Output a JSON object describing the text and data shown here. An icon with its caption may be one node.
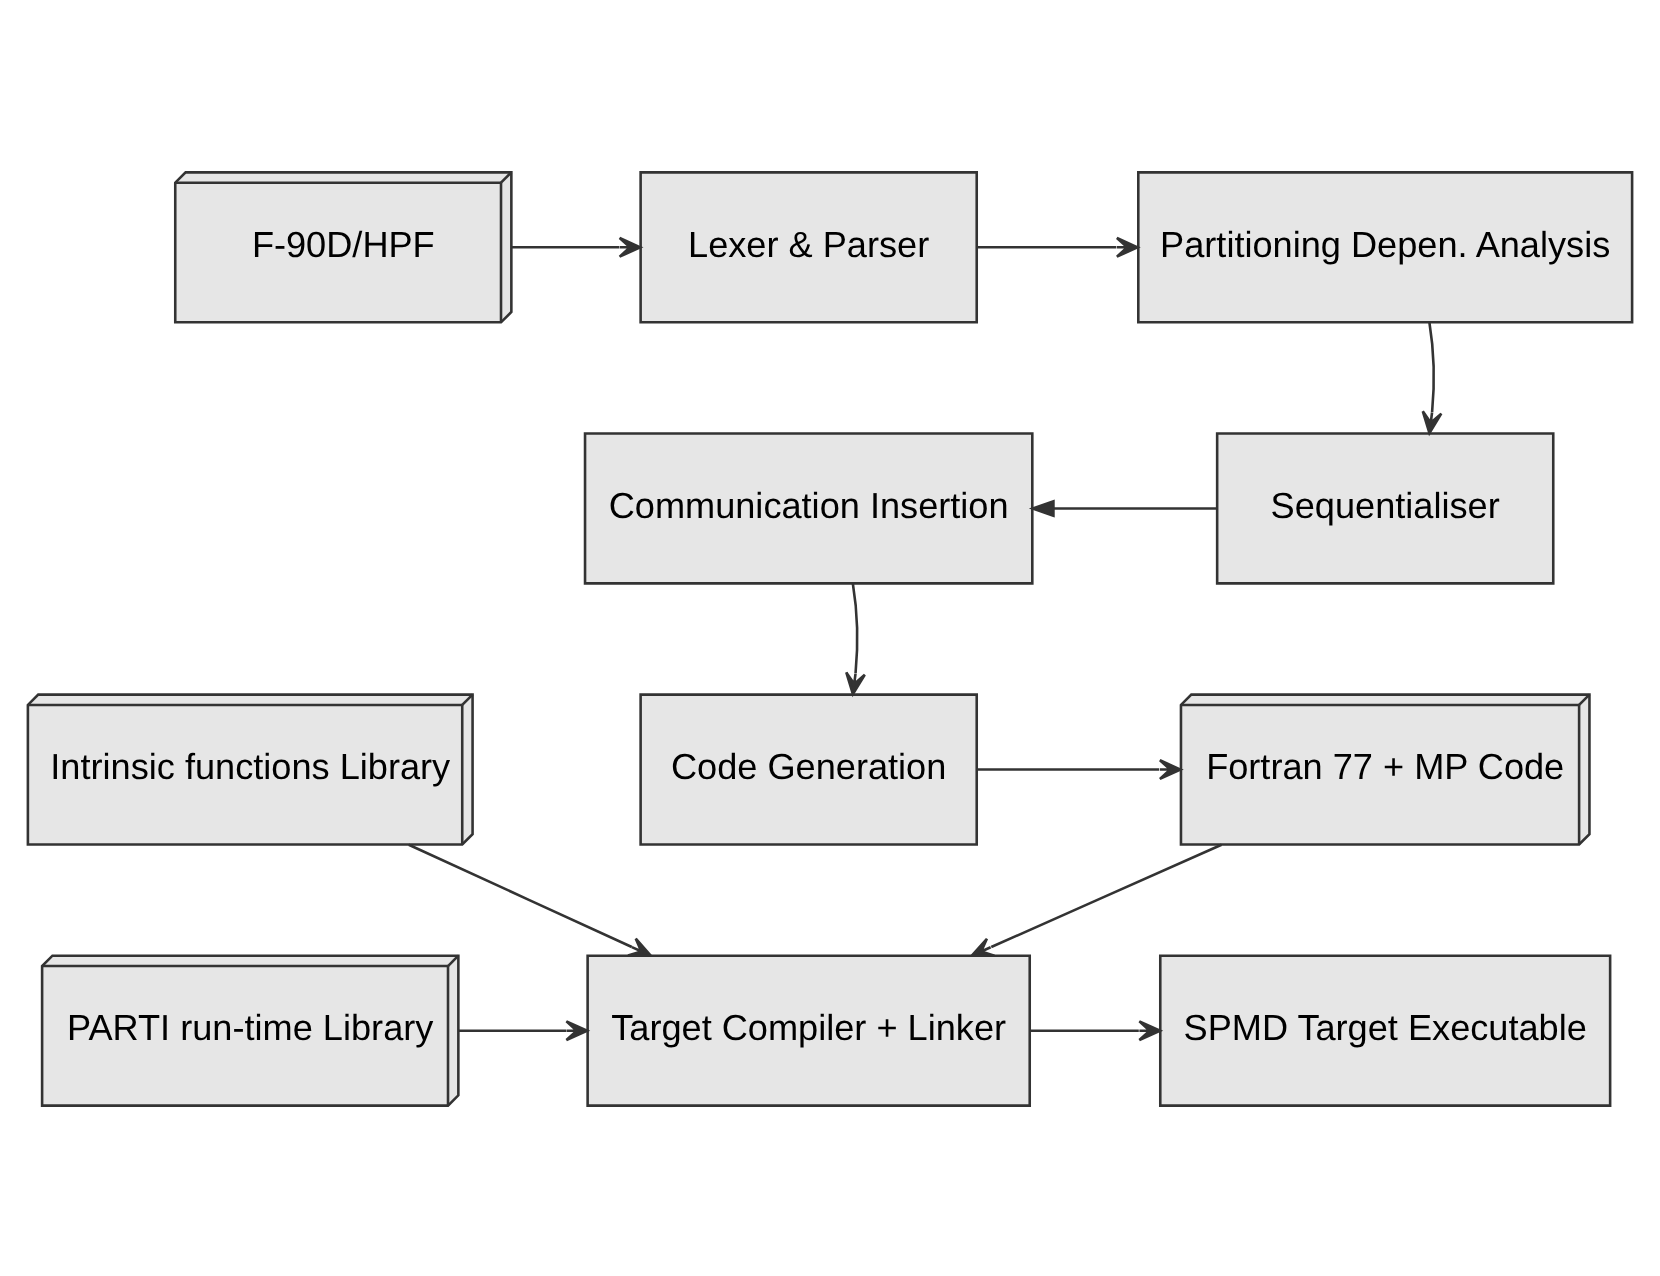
{
  "diagram": {
    "nodes": [
      {
        "text": [
          "F-90D/HPF"
        ]
      },
      {
        "text": [
          "Lexer & Parser"
        ]
      },
      {
        "text": [
          "Partitioning Depen. Analysis"
        ]
      },
      {
        "text": [
          "Communication Insertion"
        ]
      },
      {
        "text": [
          "Sequentialiser"
        ]
      },
      {
        "text": [
          "Intrinsic functions Library"
        ]
      },
      {
        "text": [
          "Code Generation"
        ]
      },
      {
        "text": [
          "Fortran 77 + MP Code"
        ]
      },
      {
        "text": [
          "PARTI run-time Library"
        ]
      },
      {
        "text": [
          "Target Compiler + Linker"
        ]
      },
      {
        "text": [
          "SPMD Target Executable"
        ]
      }
    ],
    "edges": [
      {
        "from": 0,
        "to": 1,
        "arrow": "to"
      },
      {
        "from": 1,
        "to": 2,
        "arrow": "to"
      },
      {
        "from": 2,
        "to": 4,
        "arrow": "to"
      },
      {
        "from": 4,
        "to": 3,
        "arrow": "to"
      },
      {
        "from": 3,
        "to": 6,
        "arrow": "to"
      },
      {
        "from": 6,
        "to": 7,
        "arrow": "to"
      },
      {
        "from": 5,
        "to": 9,
        "arrow": "to"
      },
      {
        "from": 7,
        "to": 9,
        "arrow": "to"
      },
      {
        "from": 8,
        "to": 9,
        "arrow": "to"
      },
      {
        "from": 9,
        "to": 10,
        "arrow": "to"
      }
    ]
  }
}
